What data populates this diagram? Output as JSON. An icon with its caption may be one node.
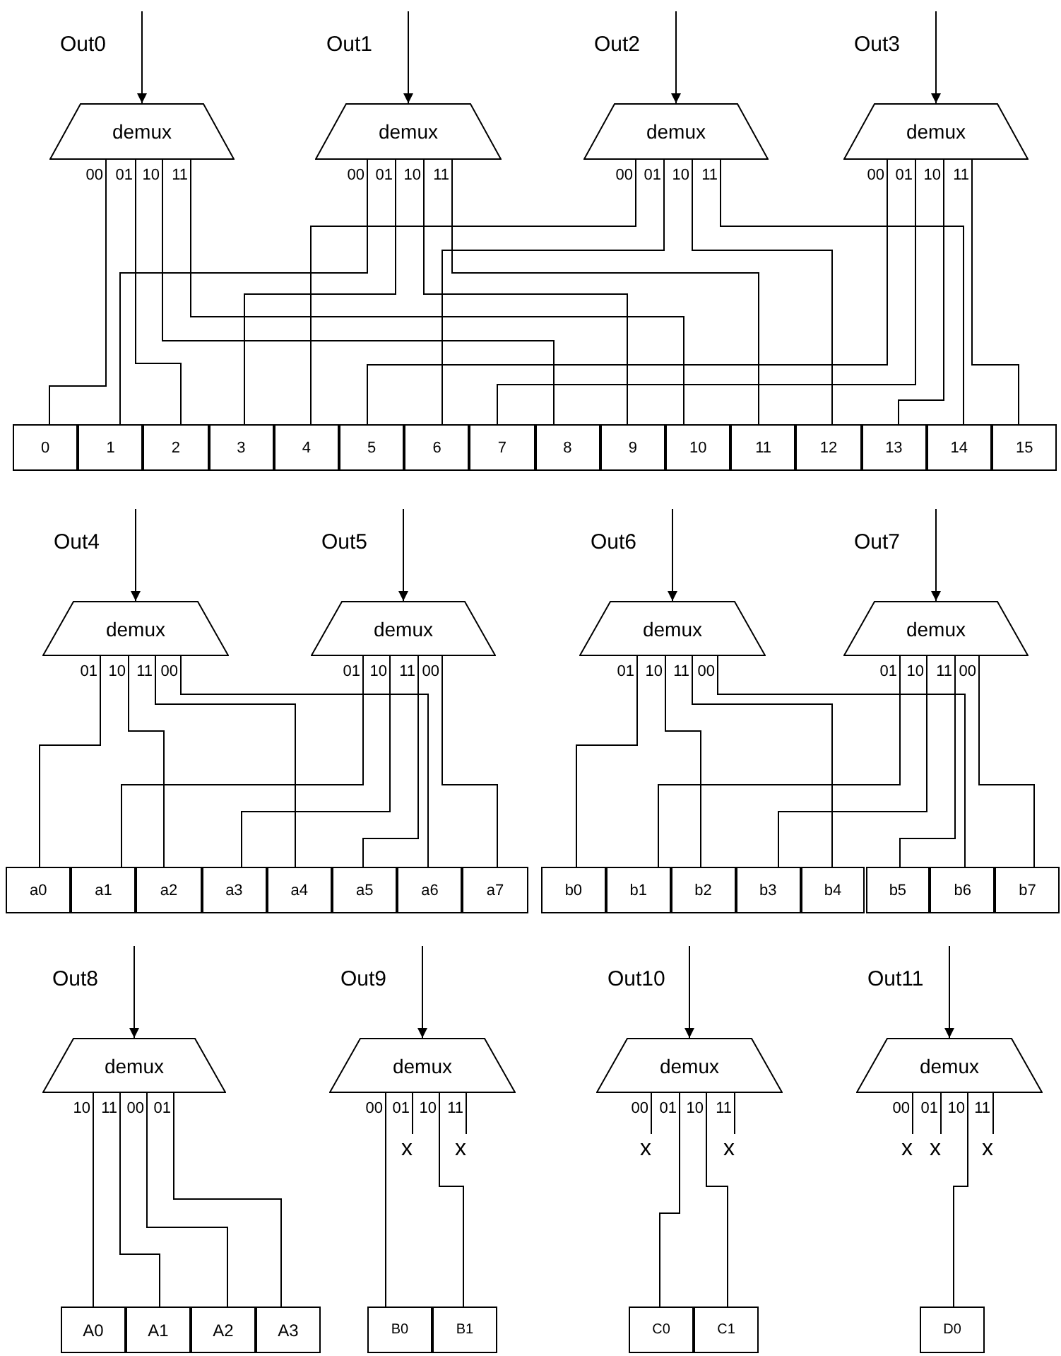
{
  "diagram": {
    "nodes": [
      {
        "text": [
          "Out0"
        ]
      },
      {
        "text": [
          "Out1"
        ]
      },
      {
        "text": [
          "Out2"
        ]
      },
      {
        "text": [
          "Out3"
        ]
      },
      {
        "text": [
          "demux"
        ]
      },
      {
        "text": [
          "demux"
        ]
      },
      {
        "text": [
          "demux"
        ]
      },
      {
        "text": [
          "demux"
        ]
      },
      {
        "text": [
          "0"
        ]
      },
      {
        "text": [
          "1"
        ]
      },
      {
        "text": [
          "2"
        ]
      },
      {
        "text": [
          "3"
        ]
      },
      {
        "text": [
          "4"
        ]
      },
      {
        "text": [
          "5"
        ]
      },
      {
        "text": [
          "6"
        ]
      },
      {
        "text": [
          "7"
        ]
      },
      {
        "text": [
          "8"
        ]
      },
      {
        "text": [
          "9"
        ]
      },
      {
        "text": [
          "10"
        ]
      },
      {
        "text": [
          "11"
        ]
      },
      {
        "text": [
          "12"
        ]
      },
      {
        "text": [
          "13"
        ]
      },
      {
        "text": [
          "14"
        ]
      },
      {
        "text": [
          "15"
        ]
      },
      {
        "text": [
          "Out4"
        ]
      },
      {
        "text": [
          "Out5"
        ]
      },
      {
        "text": [
          "Out6"
        ]
      },
      {
        "text": [
          "Out7"
        ]
      },
      {
        "text": [
          "demux"
        ]
      },
      {
        "text": [
          "demux"
        ]
      },
      {
        "text": [
          "demux"
        ]
      },
      {
        "text": [
          "demux"
        ]
      },
      {
        "text": [
          "a0"
        ]
      },
      {
        "text": [
          "a1"
        ]
      },
      {
        "text": [
          "a2"
        ]
      },
      {
        "text": [
          "a3"
        ]
      },
      {
        "text": [
          "a4"
        ]
      },
      {
        "text": [
          "a5"
        ]
      },
      {
        "text": [
          "a6"
        ]
      },
      {
        "text": [
          "a7"
        ]
      },
      {
        "text": [
          "b0"
        ]
      },
      {
        "text": [
          "b1"
        ]
      },
      {
        "text": [
          "b2"
        ]
      },
      {
        "text": [
          "b3"
        ]
      },
      {
        "text": [
          "b4"
        ]
      },
      {
        "text": [
          "b5"
        ]
      },
      {
        "text": [
          "b6"
        ]
      },
      {
        "text": [
          "b7"
        ]
      },
      {
        "text": [
          "Out8"
        ]
      },
      {
        "text": [
          "Out9"
        ]
      },
      {
        "text": [
          "Out10"
        ]
      },
      {
        "text": [
          "Out11"
        ]
      },
      {
        "text": [
          "demux"
        ]
      },
      {
        "text": [
          "demux"
        ]
      },
      {
        "text": [
          "demux"
        ]
      },
      {
        "text": [
          "demux"
        ]
      },
      {
        "text": [
          "x"
        ]
      },
      {
        "text": [
          "x"
        ]
      },
      {
        "text": [
          "x"
        ]
      },
      {
        "text": [
          "x"
        ]
      },
      {
        "text": [
          "x"
        ]
      },
      {
        "text": [
          "x"
        ]
      },
      {
        "text": [
          "x"
        ]
      },
      {
        "text": [
          "A0"
        ]
      },
      {
        "text": [
          "A1"
        ]
      },
      {
        "text": [
          "A2"
        ]
      },
      {
        "text": [
          "A3"
        ]
      },
      {
        "text": [
          "B0"
        ]
      },
      {
        "text": [
          "B1"
        ]
      },
      {
        "text": [
          "C0"
        ]
      },
      {
        "text": [
          "C1"
        ]
      },
      {
        "text": [
          "D0"
        ]
      }
    ],
    "edges": [
      {
        "from": 0,
        "to": 4,
        "arrow": "to"
      },
      {
        "from": 1,
        "to": 5,
        "arrow": "to"
      },
      {
        "from": 2,
        "to": 6,
        "arrow": "to"
      },
      {
        "from": 3,
        "to": 7,
        "arrow": "to"
      },
      {
        "from": 4,
        "to": 8,
        "arrow": "none",
        "label": "00"
      },
      {
        "from": 4,
        "to": 10,
        "arrow": "none",
        "label": "01"
      },
      {
        "from": 4,
        "to": 16,
        "arrow": "none",
        "label": "10"
      },
      {
        "from": 4,
        "to": 18,
        "arrow": "none",
        "label": "11"
      },
      {
        "from": 5,
        "to": 9,
        "arrow": "none",
        "label": "00"
      },
      {
        "from": 5,
        "to": 11,
        "arrow": "none",
        "label": "01"
      },
      {
        "from": 5,
        "to": 17,
        "arrow": "none",
        "label": "10"
      },
      {
        "from": 5,
        "to": 19,
        "arrow": "none",
        "label": "11"
      },
      {
        "from": 6,
        "to": 12,
        "arrow": "none",
        "label": "00"
      },
      {
        "from": 6,
        "to": 14,
        "arrow": "none",
        "label": "01"
      },
      {
        "from": 6,
        "to": 20,
        "arrow": "none",
        "label": "10"
      },
      {
        "from": 6,
        "to": 22,
        "arrow": "none",
        "label": "11"
      },
      {
        "from": 7,
        "to": 13,
        "arrow": "none",
        "label": "00"
      },
      {
        "from": 7,
        "to": 15,
        "arrow": "none",
        "label": "01"
      },
      {
        "from": 7,
        "to": 21,
        "arrow": "none",
        "label": "10"
      },
      {
        "from": 7,
        "to": 23,
        "arrow": "none",
        "label": "11"
      },
      {
        "from": 24,
        "to": 28,
        "arrow": "to"
      },
      {
        "from": 25,
        "to": 29,
        "arrow": "to"
      },
      {
        "from": 26,
        "to": 30,
        "arrow": "to"
      },
      {
        "from": 27,
        "to": 31,
        "arrow": "to"
      },
      {
        "from": 28,
        "to": 32,
        "arrow": "none",
        "label": "01"
      },
      {
        "from": 28,
        "to": 34,
        "arrow": "none",
        "label": "10"
      },
      {
        "from": 28,
        "to": 36,
        "arrow": "none",
        "label": "11"
      },
      {
        "from": 28,
        "to": 38,
        "arrow": "none",
        "label": "00"
      },
      {
        "from": 29,
        "to": 33,
        "arrow": "none",
        "label": "01"
      },
      {
        "from": 29,
        "to": 35,
        "arrow": "none",
        "label": "10"
      },
      {
        "from": 29,
        "to": 37,
        "arrow": "none",
        "label": "11"
      },
      {
        "from": 29,
        "to": 39,
        "arrow": "none",
        "label": "00"
      },
      {
        "from": 30,
        "to": 40,
        "arrow": "none",
        "label": "01"
      },
      {
        "from": 30,
        "to": 42,
        "arrow": "none",
        "label": "10"
      },
      {
        "from": 30,
        "to": 44,
        "arrow": "none",
        "label": "11"
      },
      {
        "from": 30,
        "to": 46,
        "arrow": "none",
        "label": "00"
      },
      {
        "from": 31,
        "to": 41,
        "arrow": "none",
        "label": "01"
      },
      {
        "from": 31,
        "to": 43,
        "arrow": "none",
        "label": "10"
      },
      {
        "from": 31,
        "to": 45,
        "arrow": "none",
        "label": "11"
      },
      {
        "from": 31,
        "to": 47,
        "arrow": "none",
        "label": "00"
      },
      {
        "from": 48,
        "to": 52,
        "arrow": "to"
      },
      {
        "from": 49,
        "to": 53,
        "arrow": "to"
      },
      {
        "from": 50,
        "to": 54,
        "arrow": "to"
      },
      {
        "from": 51,
        "to": 55,
        "arrow": "to"
      },
      {
        "from": 52,
        "to": 63,
        "arrow": "none",
        "label": "10"
      },
      {
        "from": 52,
        "to": 64,
        "arrow": "none",
        "label": "11"
      },
      {
        "from": 52,
        "to": 65,
        "arrow": "none",
        "label": "00"
      },
      {
        "from": 52,
        "to": 66,
        "arrow": "none",
        "label": "01"
      },
      {
        "from": 53,
        "to": 67,
        "arrow": "none",
        "label": "00"
      },
      {
        "from": 53,
        "to": 56,
        "arrow": "none",
        "label": "01"
      },
      {
        "from": 53,
        "to": 68,
        "arrow": "none",
        "label": "10"
      },
      {
        "from": 53,
        "to": 57,
        "arrow": "none",
        "label": "11"
      },
      {
        "from": 54,
        "to": 58,
        "arrow": "none",
        "label": "00"
      },
      {
        "from": 54,
        "to": 69,
        "arrow": "none",
        "label": "01"
      },
      {
        "from": 54,
        "to": 70,
        "arrow": "none",
        "label": "10"
      },
      {
        "from": 54,
        "to": 59,
        "arrow": "none",
        "label": "11"
      },
      {
        "from": 55,
        "to": 60,
        "arrow": "none",
        "label": "00"
      },
      {
        "from": 55,
        "to": 61,
        "arrow": "none",
        "label": "01"
      },
      {
        "from": 55,
        "to": 71,
        "arrow": "none",
        "label": "10"
      },
      {
        "from": 55,
        "to": 62,
        "arrow": "none",
        "label": "11"
      }
    ]
  }
}
